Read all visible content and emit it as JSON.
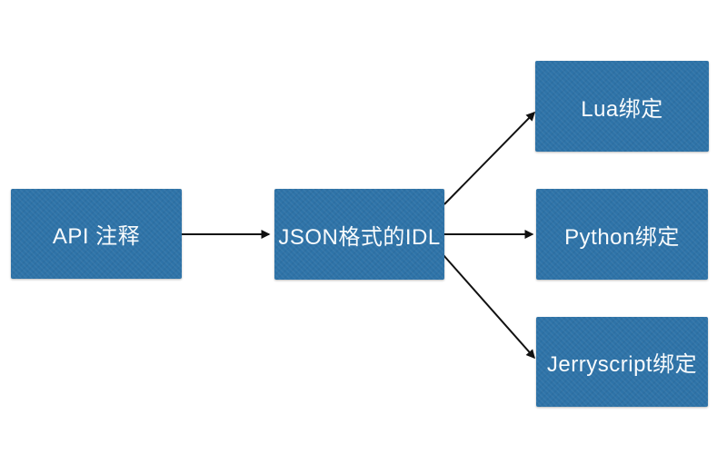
{
  "diagram": {
    "colors": {
      "canvas_background": "#ffffff",
      "node_fill": "#2e73a8",
      "node_text": "#ffffff",
      "arrow": "#111111"
    },
    "nodes": [
      {
        "id": "api-annotation",
        "label": "API 注释"
      },
      {
        "id": "json-idl",
        "label": "JSON格式的IDL"
      },
      {
        "id": "lua-binding",
        "label": "Lua绑定"
      },
      {
        "id": "python-binding",
        "label": "Python绑定"
      },
      {
        "id": "jerryscript-binding",
        "label": "Jerryscript绑定"
      }
    ],
    "edges": [
      {
        "from": "api-annotation",
        "to": "json-idl"
      },
      {
        "from": "json-idl",
        "to": "lua-binding"
      },
      {
        "from": "json-idl",
        "to": "python-binding"
      },
      {
        "from": "json-idl",
        "to": "jerryscript-binding"
      }
    ]
  }
}
